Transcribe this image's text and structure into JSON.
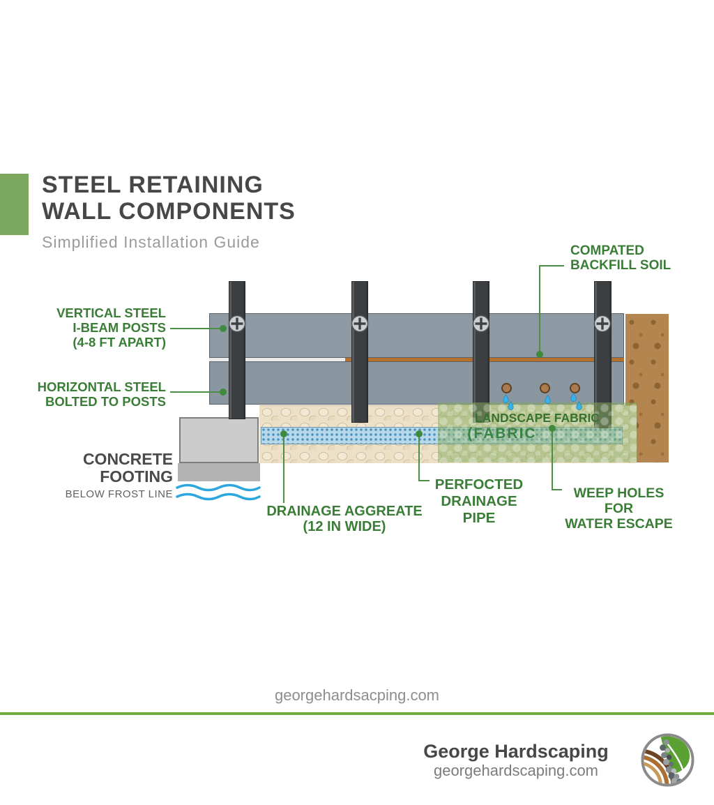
{
  "header": {
    "title_line1": "STEEL RETAINING",
    "title_line2": "WALL COMPONENTS",
    "subtitle": "Simplified Installation Guide"
  },
  "callouts": {
    "backfill": {
      "line1": "COMPATED",
      "line2": "BACKFILL SOIL"
    },
    "vertical_posts": {
      "line1": "VERTICAL STEEL",
      "line2": "I-BEAM POSTS",
      "line3": "(4-8 FT APART)"
    },
    "horizontal_steel": {
      "line1": "HORIZONTAL STEEL",
      "line2": "BOLTED TO POSTS"
    },
    "concrete_footing": {
      "line1": "CONCRETE",
      "line2": "FOOTING",
      "note": "BELOW FROST LINE"
    },
    "drainage_aggregate": {
      "line1": "DRAINAGE AGGREATE",
      "line2": "(12 IN WIDE)"
    },
    "drainage_pipe": {
      "line1": "PERFOCTED",
      "line2": "DRAINAGE",
      "line3": "PIPE"
    },
    "weep_holes": {
      "line1": "WEEP HOLES FOR",
      "line2": "WATER ESCAPE"
    },
    "landscape_fabric": {
      "line1": "LANDSCAPE FABRIC",
      "line2": "(FABRIC"
    }
  },
  "watermark": "georgehardsacping.com",
  "footer": {
    "brand": "George Hardscaping",
    "site": "georgehardscaping.com"
  },
  "icons": {
    "bolt": "phillips-screw-head",
    "water_drop": "water-drop",
    "frost_waves": "water-waves",
    "logo": "george-hardscaping-logo"
  },
  "colors": {
    "accent_green": "#7ca75e",
    "label_green": "#3a7d36",
    "connector_green": "#4a8f45",
    "divider_green": "#6fae3e",
    "title_gray": "#474747",
    "subtitle_gray": "#9b9b9b",
    "beam_gray": "#8d99a3",
    "post_dark": "#3c3f42",
    "soil_brown": "#b5854f",
    "gravel_tan": "#ece0c6",
    "pipe_blue": "#b7d8ea",
    "fabric_green": "#85aa5c",
    "rust_seam": "#b5702e",
    "frost_blue": "#2ba7dd"
  }
}
